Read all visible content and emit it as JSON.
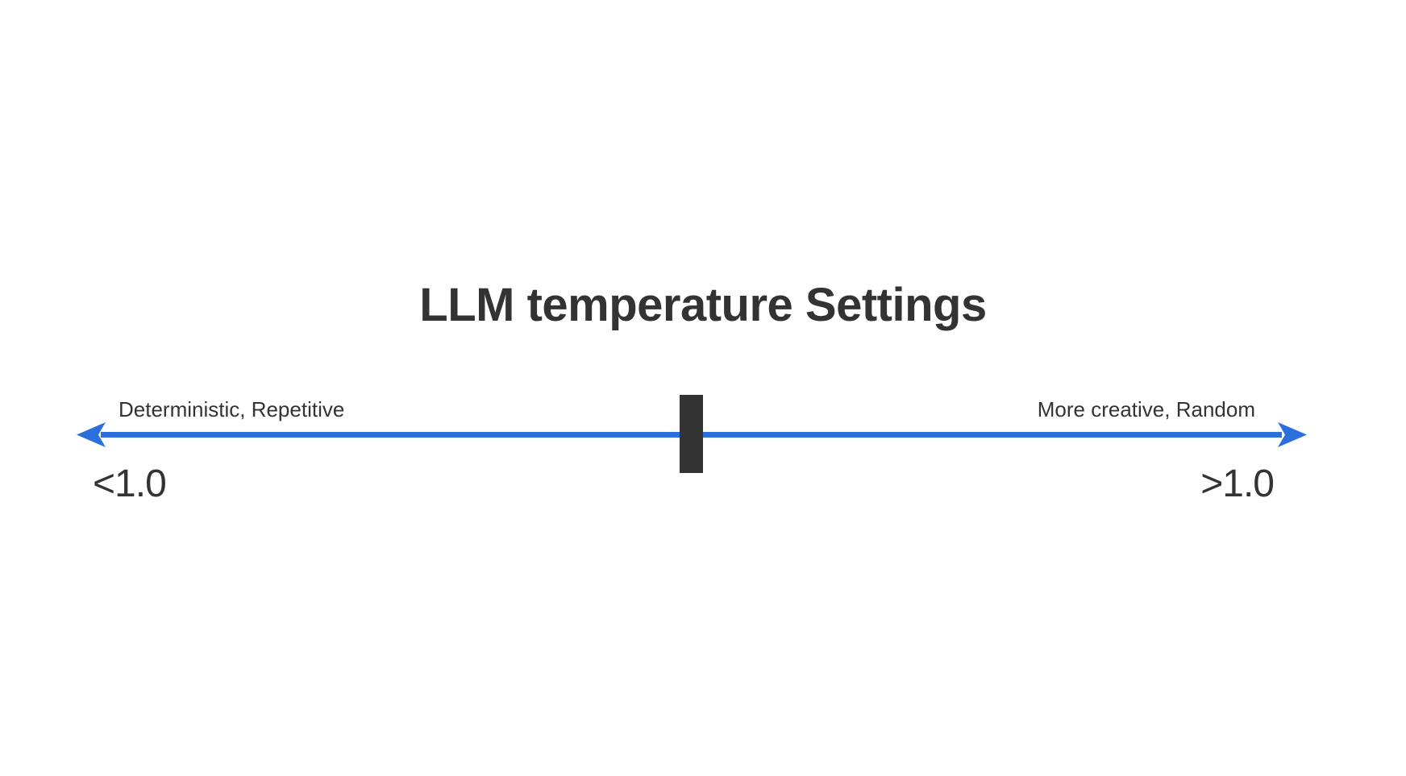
{
  "title": "LLM temperature Settings",
  "scale": {
    "left_description": "Deterministic, Repetitive",
    "right_description": "More creative, Random",
    "left_value": "<1.0",
    "right_value": ">1.0",
    "marker_position": "center",
    "axis_color": "#2a6fdb",
    "marker_color": "#333333"
  }
}
